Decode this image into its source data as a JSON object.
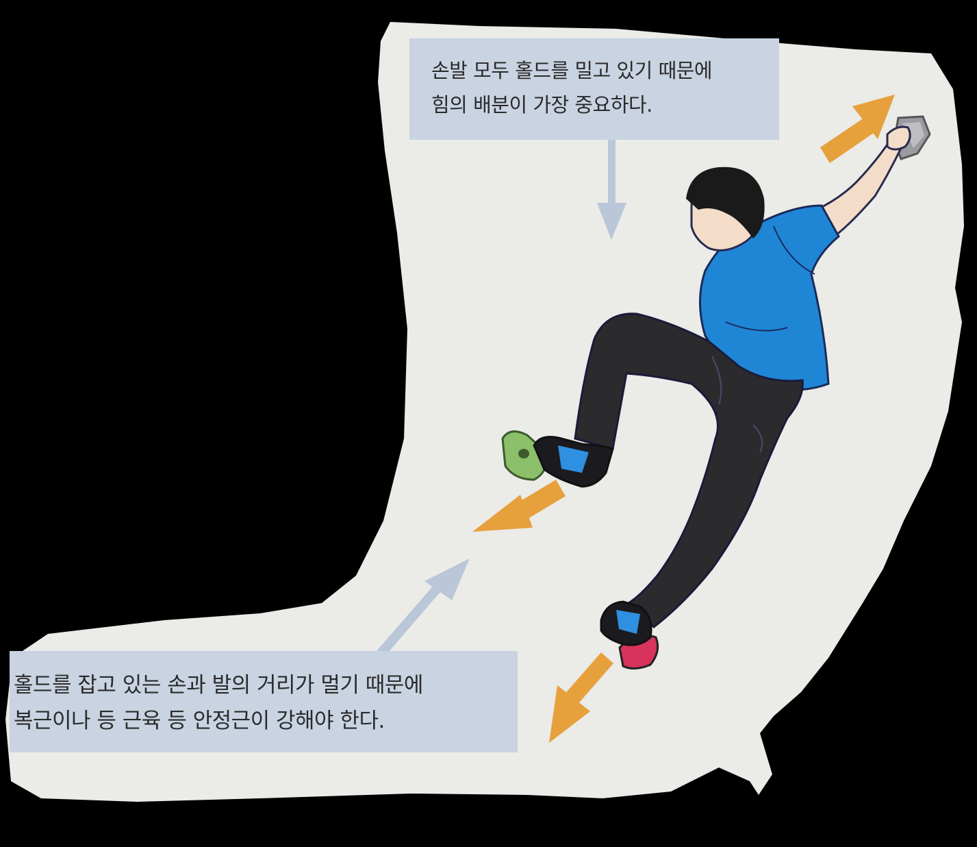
{
  "colors": {
    "background": "#000000",
    "paper": "#ebebe8",
    "caption_box": "#c9d3e1",
    "pointer_arrow": "#b9c7d8",
    "force_arrow": "#e6a13c",
    "shirt": "#1f86d6",
    "pants": "#2b2b2e",
    "hair": "#1a1a1a",
    "skin": "#f3ddc9",
    "hold_green": "#8bbf6a",
    "hold_red": "#d8335a",
    "hold_grey": "#9a9aa0",
    "shoe_blue": "#2f8fe0"
  },
  "captions": {
    "top": {
      "line1": "손발 모두 홀드를 밀고 있기 때문에",
      "line2": "힘의 배분이 가장 중요하다."
    },
    "bottom": {
      "line1": "홀드를 잡고 있는 손과 발의 거리가 멀기 때문에",
      "line2": "복근이나 등 근육 등 안정근이 강해야 한다."
    }
  },
  "illustration": {
    "subject": "climber-figure",
    "holds": [
      "hand-hold-grey",
      "foot-hold-green",
      "foot-hold-red"
    ],
    "force_arrows": [
      "up-right",
      "left",
      "down-left"
    ],
    "pointer_arrows": [
      "top-caption-down",
      "bottom-caption-up"
    ]
  }
}
